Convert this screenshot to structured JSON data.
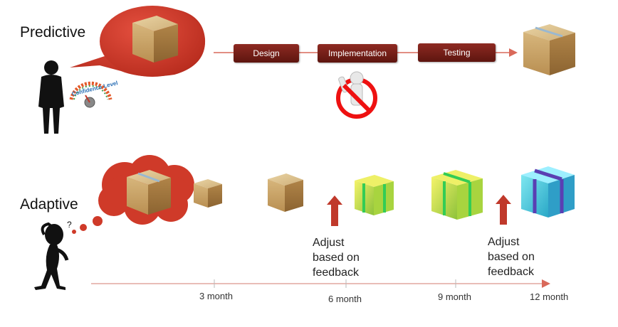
{
  "predictive": {
    "title": "Predictive",
    "gauge_label": "Confidence Level",
    "phases": [
      "Design",
      "Implementation",
      "Testing"
    ]
  },
  "adaptive": {
    "title": "Adaptive",
    "feedback_1": [
      "Adjust",
      "based on",
      "feedback"
    ],
    "feedback_2": [
      "Adjust",
      "based on",
      "feedback"
    ],
    "timeline": [
      "3 month",
      "6 month",
      "9 month",
      "12 month"
    ]
  },
  "colors": {
    "phase": "#7a1f18",
    "bubble": "#d63a2a",
    "arrow": "#c0392b",
    "box": "#c9a66b"
  }
}
